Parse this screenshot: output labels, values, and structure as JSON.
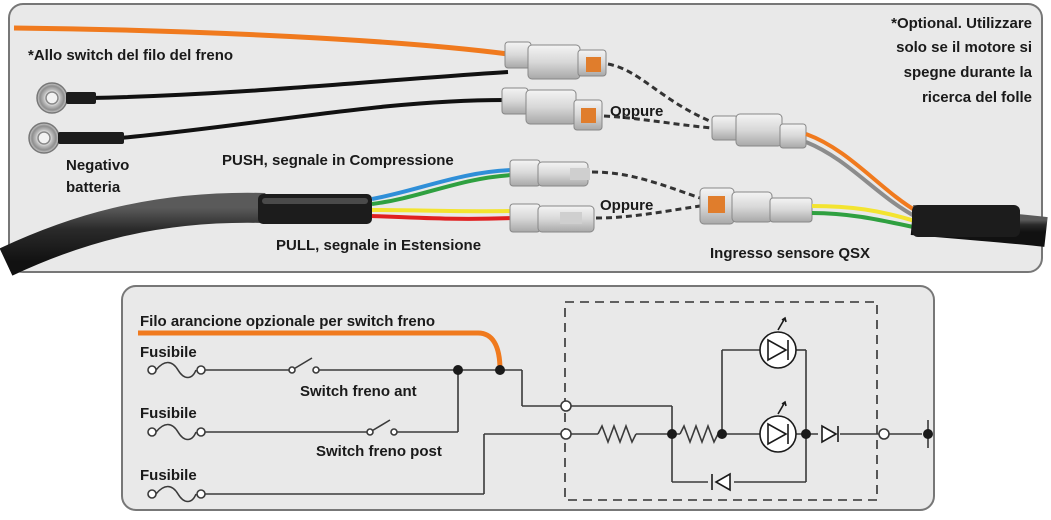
{
  "top_panel": {
    "brake_switch_label": "*Allo switch del filo del freno",
    "optional_note_lines": [
      "*Optional. Utilizzare",
      "solo se il motore si",
      "spegne durante la",
      "ricerca del folle"
    ],
    "battery_negative_lines": [
      "Negativo",
      "batteria"
    ],
    "push_label": "PUSH, segnale in Compressione",
    "pull_label": "PULL, segnale in Estensione",
    "oppure_upper": "Oppure",
    "oppure_lower": "Oppure",
    "sensor_input_label": "Ingresso sensore QSX"
  },
  "bottom_panel": {
    "orange_wire_label": "Filo arancione opzionale per switch freno",
    "fuse_labels": [
      "Fusibile",
      "Fusibile",
      "Fusibile"
    ],
    "front_brake_switch_label": "Switch freno ant",
    "rear_brake_switch_label": "Switch freno post"
  },
  "colors": {
    "orange": "#f07a1e",
    "blue": "#2f8fd8",
    "green": "#2fa040",
    "yellow": "#f3e430",
    "red": "#e02020",
    "grey_wire": "#8c8c8c",
    "connector_orange": "#e07d2c",
    "panel_bg": "#e9e9e9",
    "panel_border": "#777777"
  }
}
